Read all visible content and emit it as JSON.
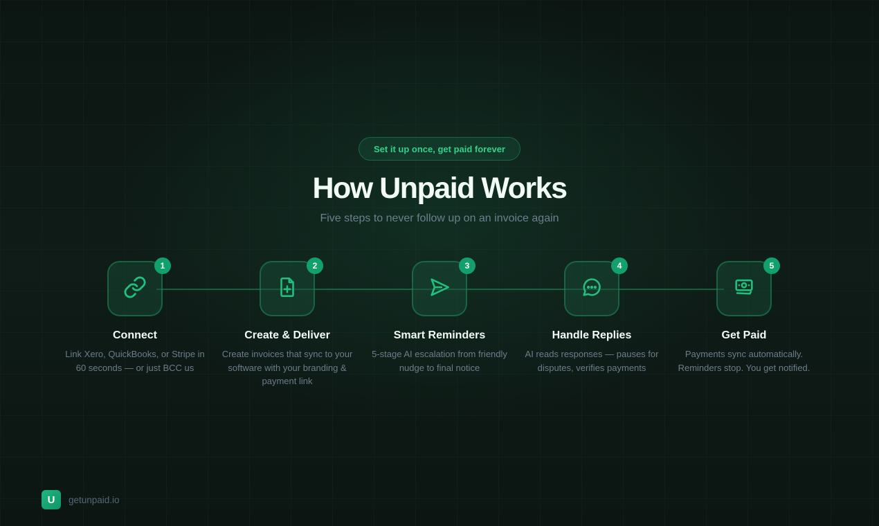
{
  "hero": {
    "badge": "Set it up once, get paid forever",
    "title": "How Unpaid Works",
    "subtitle": "Five steps to never follow up on an invoice again"
  },
  "steps": [
    {
      "number": "1",
      "icon": "link-icon",
      "title": "Connect",
      "description": "Link Xero, QuickBooks, or Stripe in 60 seconds — or just BCC us"
    },
    {
      "number": "2",
      "icon": "file-plus-icon",
      "title": "Create & Deliver",
      "description": "Create invoices that sync to your software with your branding & payment link"
    },
    {
      "number": "3",
      "icon": "send-icon",
      "title": "Smart Reminders",
      "description": "5-stage AI escalation from friendly nudge to final notice"
    },
    {
      "number": "4",
      "icon": "message-dots-icon",
      "title": "Handle Replies",
      "description": "AI reads responses — pauses for disputes, verifies payments"
    },
    {
      "number": "5",
      "icon": "cash-icon",
      "title": "Get Paid",
      "description": "Payments sync automatically. Reminders stop. You get notified."
    }
  ],
  "footer": {
    "logo_letter": "U",
    "domain": "getunpaid.io"
  },
  "colors": {
    "background": "#0c1512",
    "accent": "#12a06c",
    "accent_text": "#34d08a",
    "muted_text": "#6c7d8c"
  }
}
